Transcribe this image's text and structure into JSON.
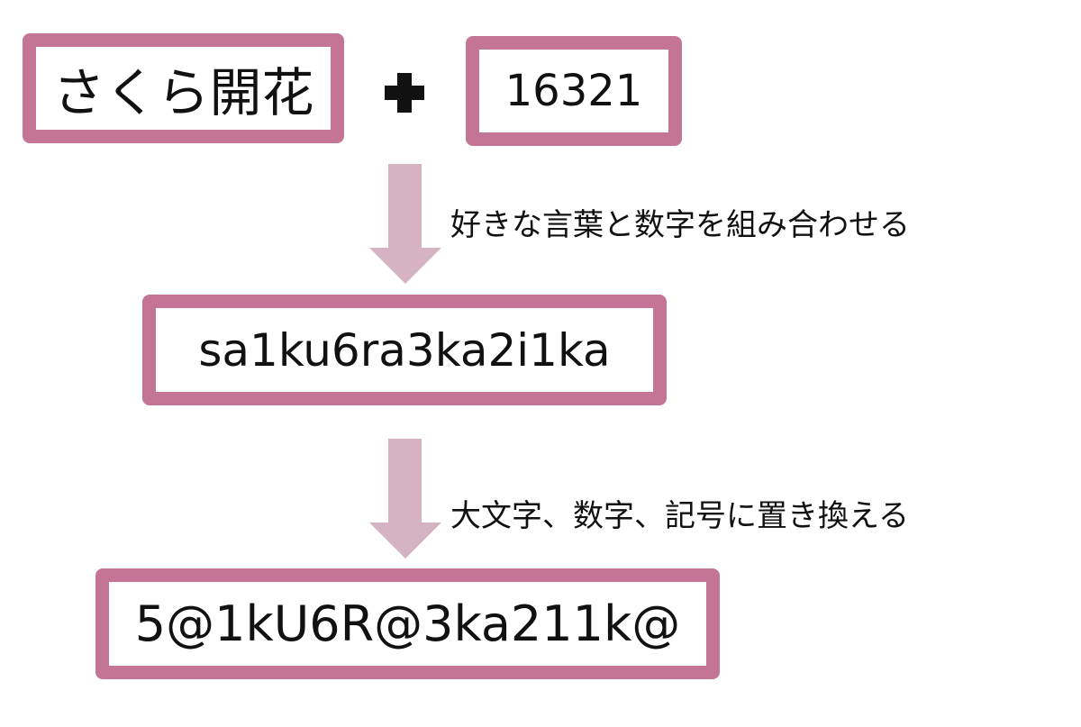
{
  "colors": {
    "box_border": "#c47596",
    "arrow": "#d6b3c3",
    "text": "#111111"
  },
  "inputs": {
    "word": "さくら開花",
    "operator": "+",
    "number": "16321"
  },
  "steps": [
    {
      "instruction": "好きな言葉と数字を組み合わせる",
      "result": "sa1ku6ra3ka2i1ka"
    },
    {
      "instruction": "大文字、数字、記号に置き換える",
      "result": "5@1kU6R@3ka211k@"
    }
  ]
}
